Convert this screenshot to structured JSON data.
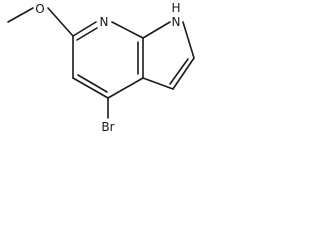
{
  "structure": {
    "atoms": {
      "O": "O",
      "N_pyridine": "N",
      "NH": "H",
      "NH_N": "N",
      "Br": "Br"
    }
  }
}
